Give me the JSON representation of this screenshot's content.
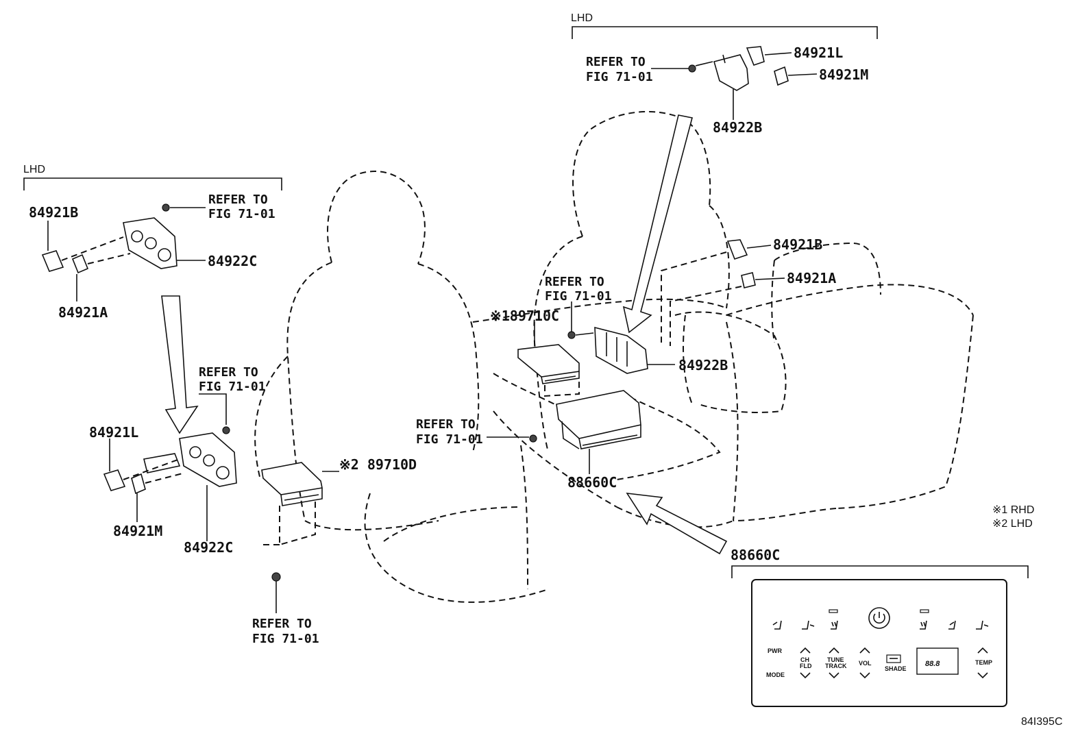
{
  "figure_code": "84I395C",
  "notes": {
    "rhd": "※1 RHD",
    "lhd": "※2 LHD"
  },
  "groups": {
    "left_group_label": "LHD",
    "top_group_label": "LHD",
    "panel_group_label": "88660C"
  },
  "refer": {
    "line1": "REFER TO",
    "line2": "FIG 71-01"
  },
  "parts": {
    "p84921L_top": "84921L",
    "p84921M_top": "84921M",
    "p84922B_top": "84922B",
    "p84921B_left": "84921B",
    "p84922C_left": "84922C",
    "p84921A_left": "84921A",
    "p84921B_right": "84921B",
    "p84921A_right": "84921A",
    "p89710C": "※189710C",
    "p84922B_mid": "84922B",
    "p84921L_low": "84921L",
    "p89710D": "※2 89710D",
    "p84921M_low": "84921M",
    "p84922C_low": "84922C",
    "p88660C": "88660C"
  },
  "panel": {
    "pwr": "PWR",
    "mode": "MODE",
    "ch": "CH",
    "fld": "FLD",
    "tune": "TUNE",
    "track": "TRACK",
    "vol": "VOL",
    "shade": "SHADE",
    "temp": "TEMP",
    "display": "88.8"
  }
}
